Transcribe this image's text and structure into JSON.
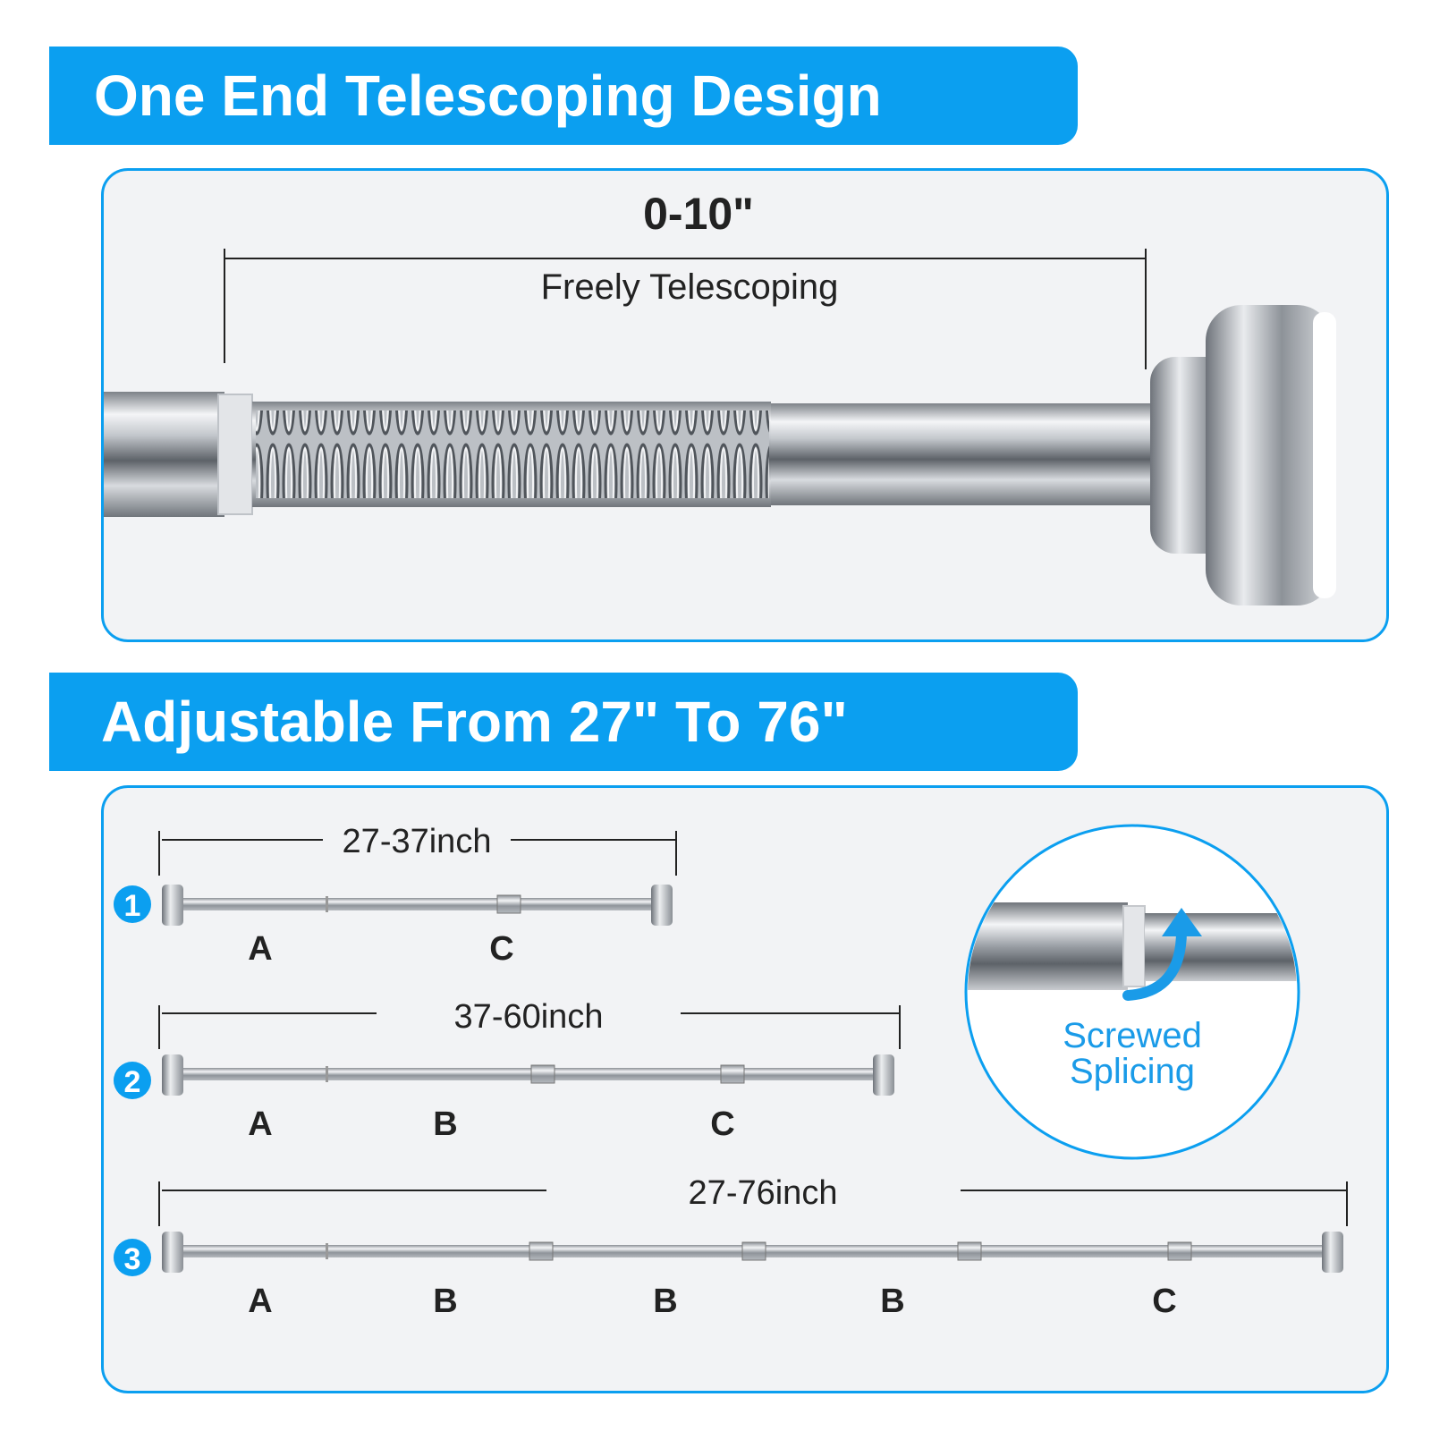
{
  "banner_top": {
    "title": "One End Telescoping Design"
  },
  "telescope": {
    "range": "0-10\"",
    "caption": "Freely Telescoping"
  },
  "banner_bottom": {
    "title": "Adjustable From 27\" To 76\""
  },
  "configs": [
    {
      "number": "1",
      "length": "27-37inch",
      "parts": [
        "A",
        "C"
      ]
    },
    {
      "number": "2",
      "length": "37-60inch",
      "parts": [
        "A",
        "B",
        "C"
      ]
    },
    {
      "number": "3",
      "length": "27-76inch",
      "parts": [
        "A",
        "B",
        "B",
        "B",
        "C"
      ]
    }
  ],
  "callout": {
    "line1": "Screwed",
    "line2": "Splicing"
  },
  "colors": {
    "accent": "#0b9ff0",
    "panel": "#f2f3f5",
    "chrome": "#b9bcc2"
  },
  "icons": {
    "arrow": "curved-up-arrow-icon"
  }
}
